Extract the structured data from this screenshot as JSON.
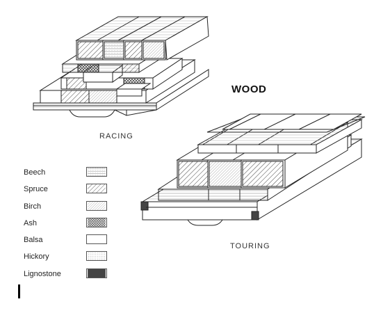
{
  "title": "WOOD",
  "captions": {
    "racing": "RACING",
    "touring": "TOURING"
  },
  "legend": [
    {
      "label": "Beech",
      "pattern": "fine-grain"
    },
    {
      "label": "Spruce",
      "pattern": "diagonal-hatch"
    },
    {
      "label": "Birch",
      "pattern": "fine-diagonal-hatch"
    },
    {
      "label": "Ash",
      "pattern": "crosshatch"
    },
    {
      "label": "Balsa",
      "pattern": "plain"
    },
    {
      "label": "Hickory",
      "pattern": "dotted"
    },
    {
      "label": "Lignostone",
      "pattern": "solid-dark"
    }
  ],
  "colors": {
    "ink": "#222222",
    "lignostone": "#444444",
    "paper": "#ffffff"
  }
}
